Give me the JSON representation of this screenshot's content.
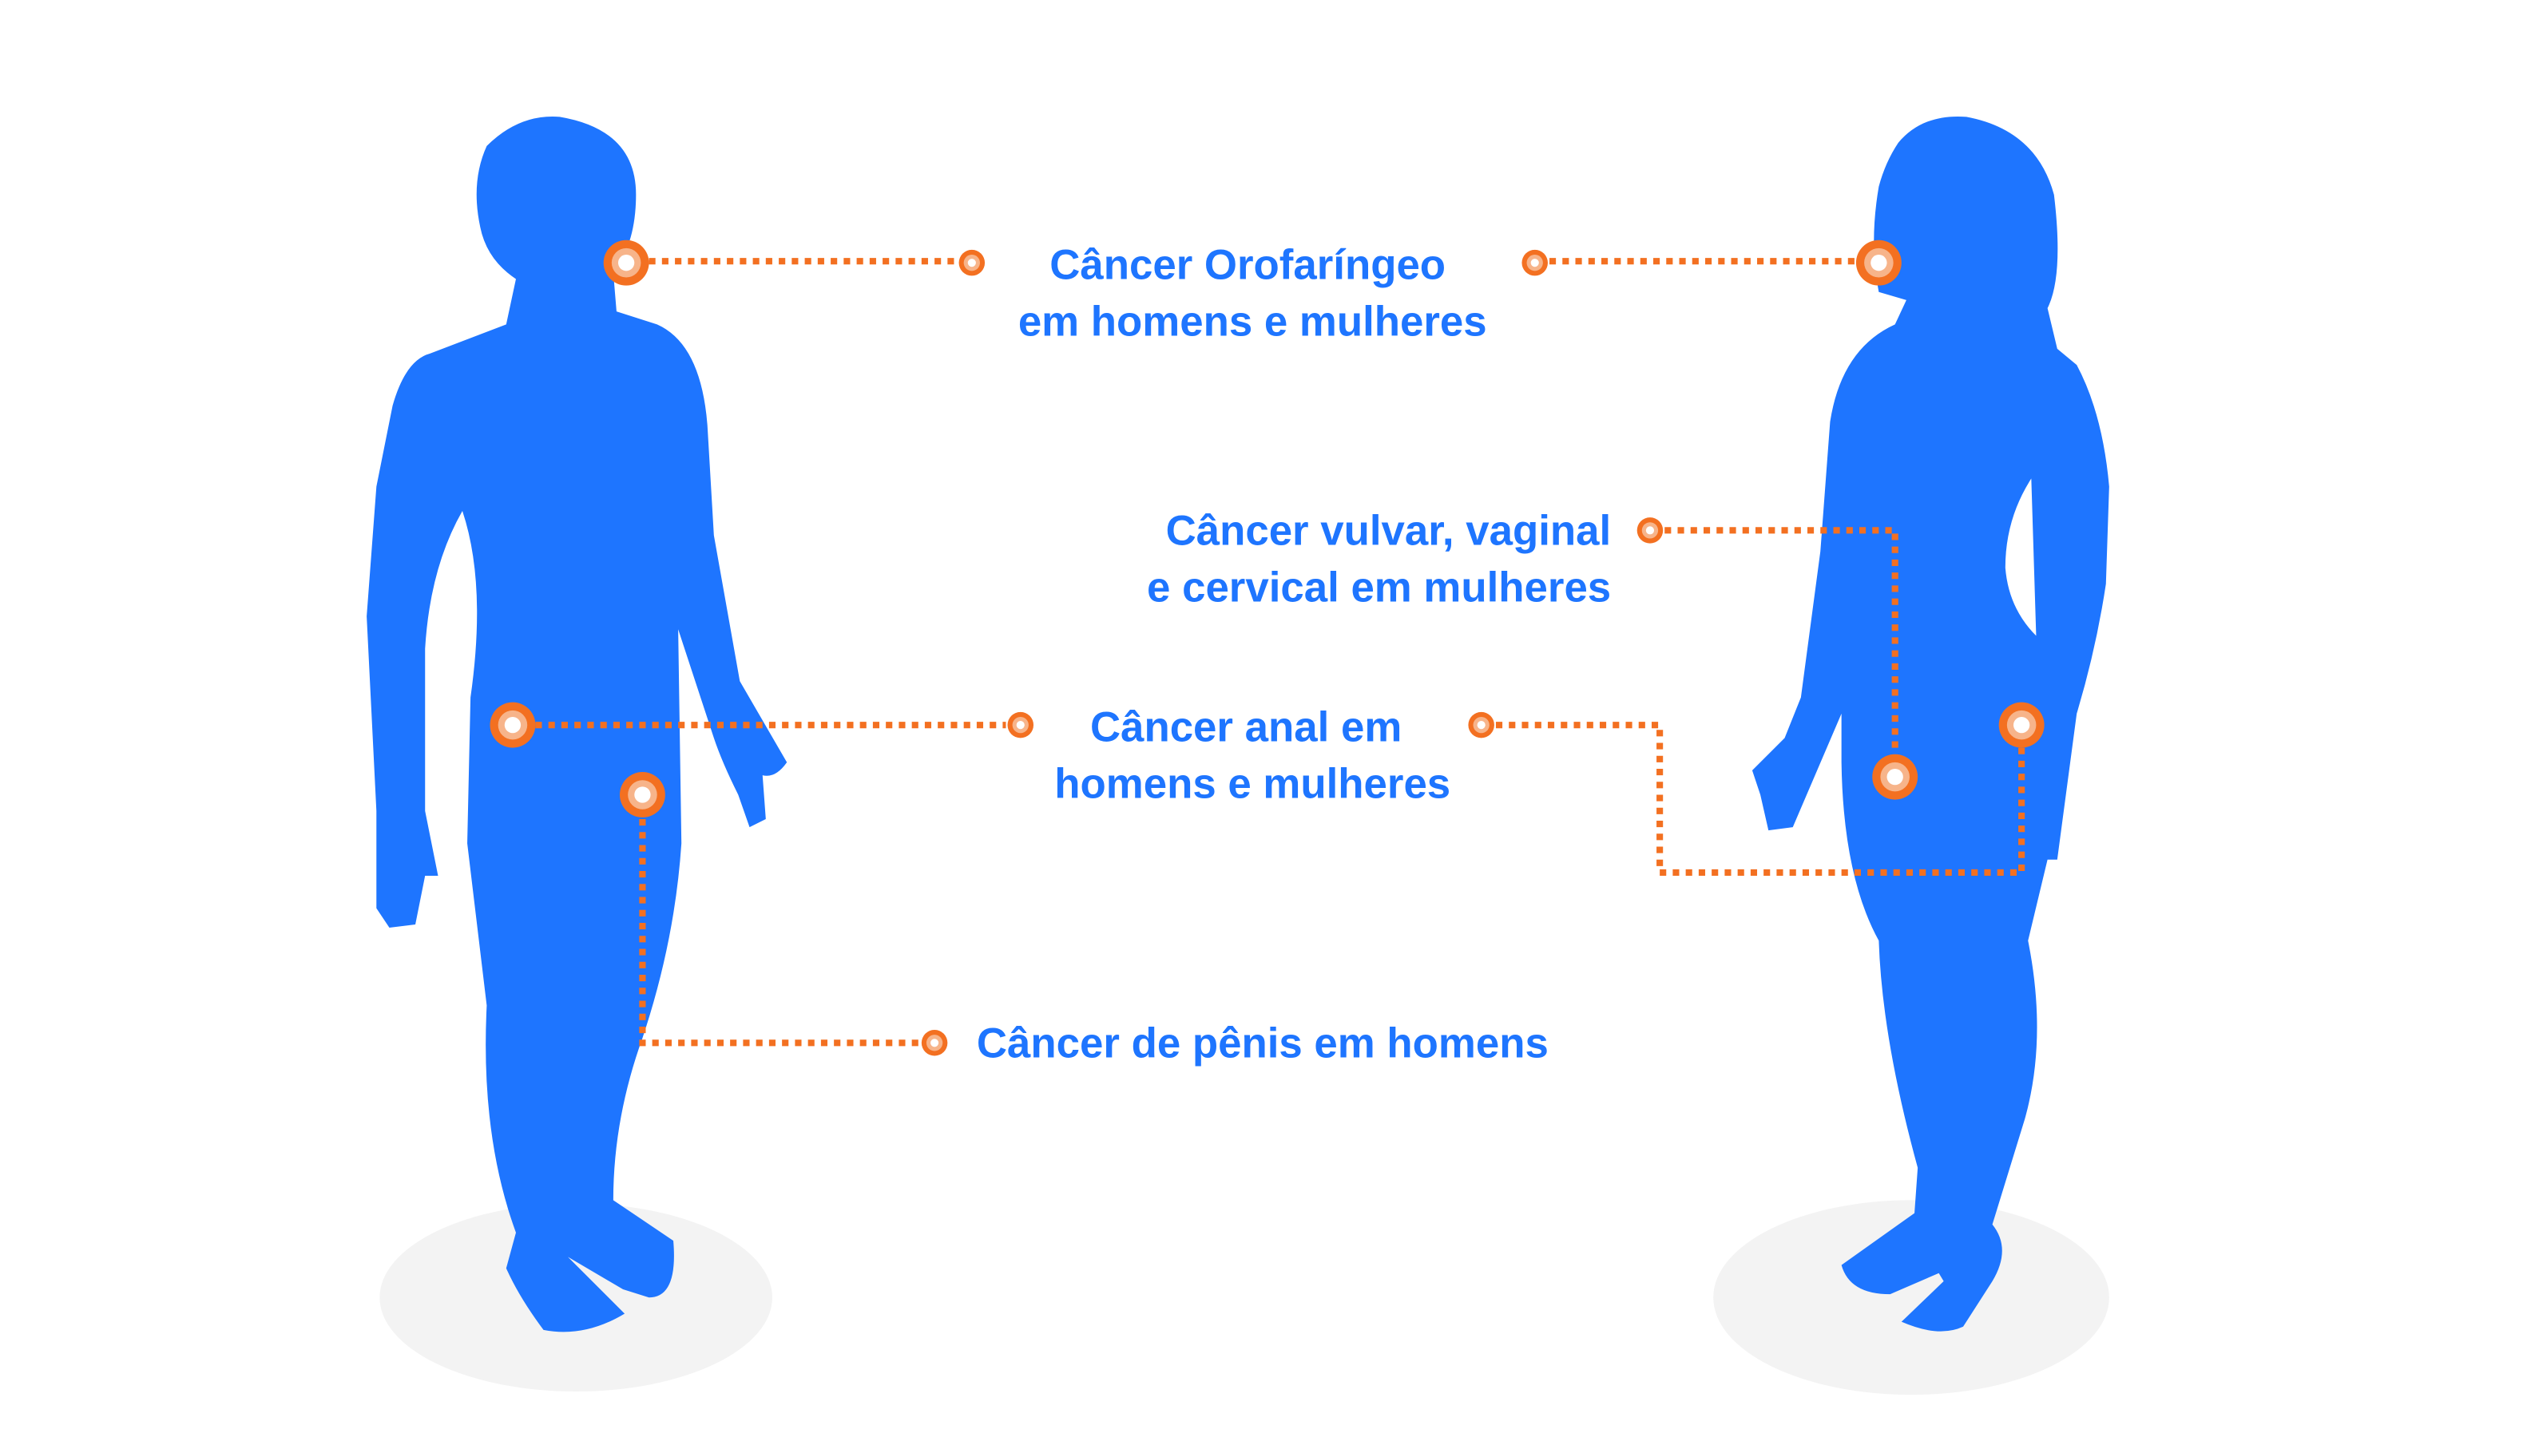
{
  "colors": {
    "body": "#1E75FF",
    "marker": "#F37021",
    "marker_inner": "#F7B48A",
    "shadow": "#F3F3F3",
    "text": "#1E75FF"
  },
  "labels": {
    "oropharyngeal": {
      "line1": "Câncer Orofaríngeo",
      "line2": "em homens e mulheres"
    },
    "vulvar": {
      "line1": "Câncer vulvar, vaginal",
      "line2": "e cervical em mulheres"
    },
    "anal": {
      "line1": "Câncer anal em",
      "line2": "homens e mulheres"
    },
    "penile": {
      "line1": "Câncer de pênis em homens"
    }
  }
}
